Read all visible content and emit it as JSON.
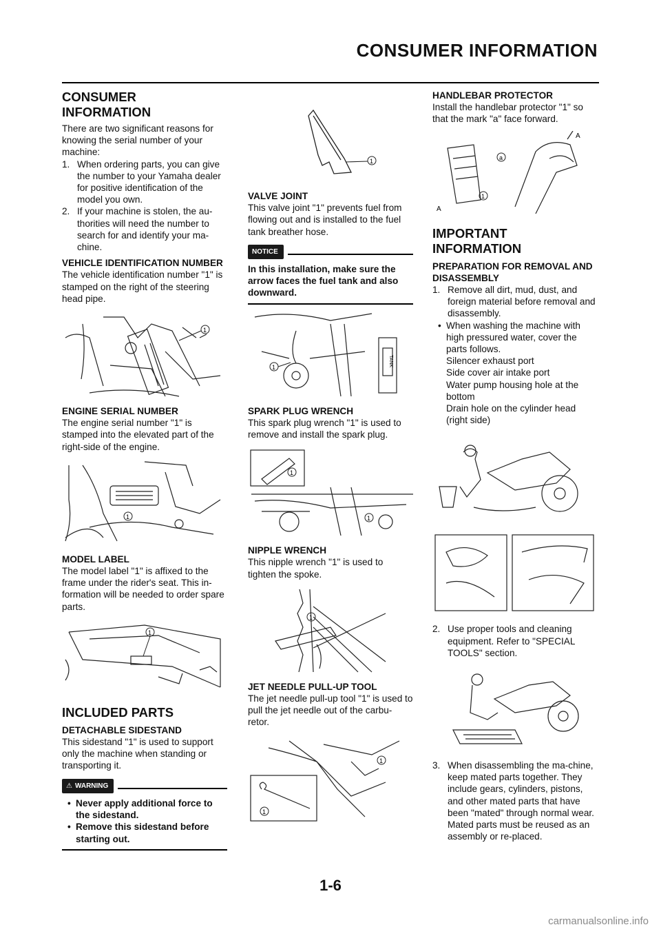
{
  "page_header": "CONSUMER INFORMATION",
  "page_number": "1-6",
  "watermark": "carmanualsonline.info",
  "callout_1": "1",
  "callout_a": "a",
  "callout_A": "A",
  "col1": {
    "consumer_heading": "CONSUMER INFORMATION",
    "intro": "There are two significant reasons for knowing the serial number of your machine:",
    "reasons": [
      {
        "num": "1.",
        "text": "When ordering parts, you can give the number to your Yamaha dealer for positive identification of the model you own."
      },
      {
        "num": "2.",
        "text": "If your machine is stolen, the au-thorities will need the number to search for and identify your ma-chine."
      }
    ],
    "vin_heading": "VEHICLE IDENTIFICATION NUMBER",
    "vin_text": "The vehicle identification number \"1\" is stamped on the right of the steering head pipe.",
    "engine_heading": "ENGINE SERIAL NUMBER",
    "engine_text": "The engine serial number \"1\" is stamped into the elevated part of the right-side of the engine.",
    "model_heading": "MODEL LABEL",
    "model_text": "The model label \"1\" is affixed to the frame under the rider's seat. This in-formation will be needed to order spare parts.",
    "included_heading": "INCLUDED PARTS",
    "sidestand_heading": "DETACHABLE SIDESTAND",
    "sidestand_text": "This sidestand \"1\" is used to support only the machine when standing or transporting it.",
    "warning_label": "WARNING",
    "warning_items": [
      "Never apply additional force to the sidestand.",
      "Remove this sidestand before starting out."
    ]
  },
  "col2": {
    "valve_heading": "VALVE JOINT",
    "valve_text": "This valve joint \"1\" prevents fuel from flowing out and is installed to the fuel tank breather hose.",
    "notice_label": "NOTICE",
    "notice_text": "In this installation, make sure the arrow faces the fuel tank and also downward.",
    "tank_tag": "TANK",
    "spark_heading": "SPARK PLUG WRENCH",
    "spark_text": "This spark plug wrench \"1\" is used to remove and install the spark plug.",
    "nipple_heading": "NIPPLE WRENCH",
    "nipple_text": "This nipple wrench \"1\" is used to tighten the spoke.",
    "jet_heading": "JET NEEDLE PULL-UP TOOL",
    "jet_text": "The jet needle pull-up tool \"1\" is used to pull the jet needle out of the carbu-retor."
  },
  "col3": {
    "handlebar_heading": "HANDLEBAR PROTECTOR",
    "handlebar_text": "Install the handlebar protector \"1\" so that the mark \"a\" face forward.",
    "important_heading": "IMPORTANT INFORMATION",
    "prep_heading": "PREPARATION FOR REMOVAL AND DISASSEMBLY",
    "step1": {
      "num": "1.",
      "text": "Remove all dirt, mud, dust, and foreign material before removal and disassembly."
    },
    "wash_bullet": "When washing the machine with high pressured water, cover the parts follows.",
    "wash_parts": [
      "Silencer exhaust port",
      "Side cover air intake port",
      "Water pump housing hole at the bottom",
      "Drain hole on the cylinder head (right side)"
    ],
    "step2": {
      "num": "2.",
      "text": "Use proper tools and cleaning equipment. Refer to \"SPECIAL TOOLS\" section."
    },
    "step3": {
      "num": "3.",
      "text": "When disassembling the ma-chine, keep mated parts together. They include gears, cylinders, pistons, and other mated parts that have been \"mated\" through normal wear. Mated parts must be reused as an assembly or re-placed."
    }
  }
}
